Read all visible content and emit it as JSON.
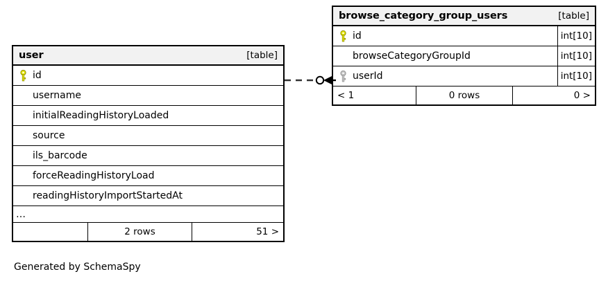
{
  "diagram": {
    "credit": "Generated by SchemaSpy",
    "background_color": "#ffffff",
    "header_color": "#f2f2f2",
    "border_color": "#000000",
    "pk_key_color": "#e8e80c",
    "fk_key_color": "#c8c8c8"
  },
  "tables": [
    {
      "id": "user",
      "name": "user",
      "kind": "[table]",
      "columns": [
        {
          "name": "id",
          "key": "primary",
          "key_icon": "key-icon-primary",
          "type": ""
        },
        {
          "name": "username",
          "key": "none",
          "key_icon": "",
          "type": ""
        },
        {
          "name": "initialReadingHistoryLoaded",
          "key": "none",
          "key_icon": "",
          "type": ""
        },
        {
          "name": "source",
          "key": "none",
          "key_icon": "",
          "type": ""
        },
        {
          "name": "ils_barcode",
          "key": "none",
          "key_icon": "",
          "type": ""
        },
        {
          "name": "forceReadingHistoryLoad",
          "key": "none",
          "key_icon": "",
          "type": ""
        },
        {
          "name": "readingHistoryImportStartedAt",
          "key": "none",
          "key_icon": "",
          "type": ""
        }
      ],
      "more_indicator": "…",
      "footer": {
        "left": "",
        "middle": "2 rows",
        "right": "51 >"
      }
    },
    {
      "id": "browse_category_group_users",
      "name": "browse_category_group_users",
      "kind": "[table]",
      "columns": [
        {
          "name": "id",
          "key": "primary",
          "key_icon": "key-icon-primary",
          "type": "int[10]"
        },
        {
          "name": "browseCategoryGroupId",
          "key": "none",
          "key_icon": "",
          "type": "int[10]"
        },
        {
          "name": "userId",
          "key": "foreign",
          "key_icon": "key-icon-foreign",
          "type": "int[10]"
        }
      ],
      "more_indicator": "",
      "footer": {
        "left": "< 1",
        "middle": "0 rows",
        "right": "0 >"
      }
    }
  ],
  "relationship": {
    "name": "user-to-browse_category_group_users",
    "line_style": "dashed",
    "source_table": "user",
    "source_column": "id",
    "target_table": "browse_category_group_users",
    "target_column": "userId",
    "source_cardinality": "one",
    "target_cardinality": "zero-or-many",
    "target_marker": "crows-foot-with-circle"
  }
}
